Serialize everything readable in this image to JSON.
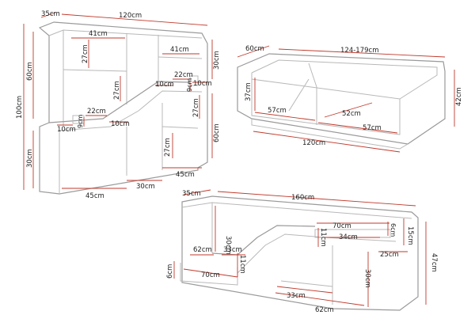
{
  "bookcase": {
    "w_top": "35cm",
    "w_total": "120cm",
    "h_upper": "60cm",
    "h_total": "100cm",
    "h_lower": "30cm",
    "w_shelf1": "41cm",
    "h_shelf1": "27cm",
    "w_shelf2": "41cm",
    "h_right_top": "30cm",
    "w_step1": "22cm",
    "w_step2": "10cm",
    "w_step3": "10cm",
    "h_step": "9cm",
    "h_mid1": "27cm",
    "w_step4": "22cm",
    "w_step5": "10cm",
    "h_step2": "9cm",
    "w_step6": "10cm",
    "h_mid2": "27cm",
    "h_right_bottom": "60cm",
    "h_low": "27cm",
    "w_bottom_left": "45cm",
    "w_bottom_mid": "30cm",
    "w_bottom_right": "45cm"
  },
  "coffee_table": {
    "depth": "60cm",
    "length": "124-179cm",
    "h_inner": "37cm",
    "w_inner1": "57cm",
    "w_inner2": "52cm",
    "w_inner3": "57cm",
    "w_base": "120cm",
    "height": "42cm"
  },
  "tv_stand": {
    "depth": "35cm",
    "width": "160cm",
    "h_left": "30cm",
    "w_top_shelf": "70cm",
    "h_small": "6cm",
    "h_right": "15cm",
    "h_mid": "11cm",
    "w_mid": "34cm",
    "w_left_drawer": "62cm",
    "w_step": "33cm",
    "h_step": "11cm",
    "w_right_side": "25cm",
    "h_total": "47cm",
    "h_base": "6cm",
    "w_base": "70cm",
    "h_lower": "30cm",
    "w_lower1": "33cm",
    "w_lower2": "62cm"
  }
}
